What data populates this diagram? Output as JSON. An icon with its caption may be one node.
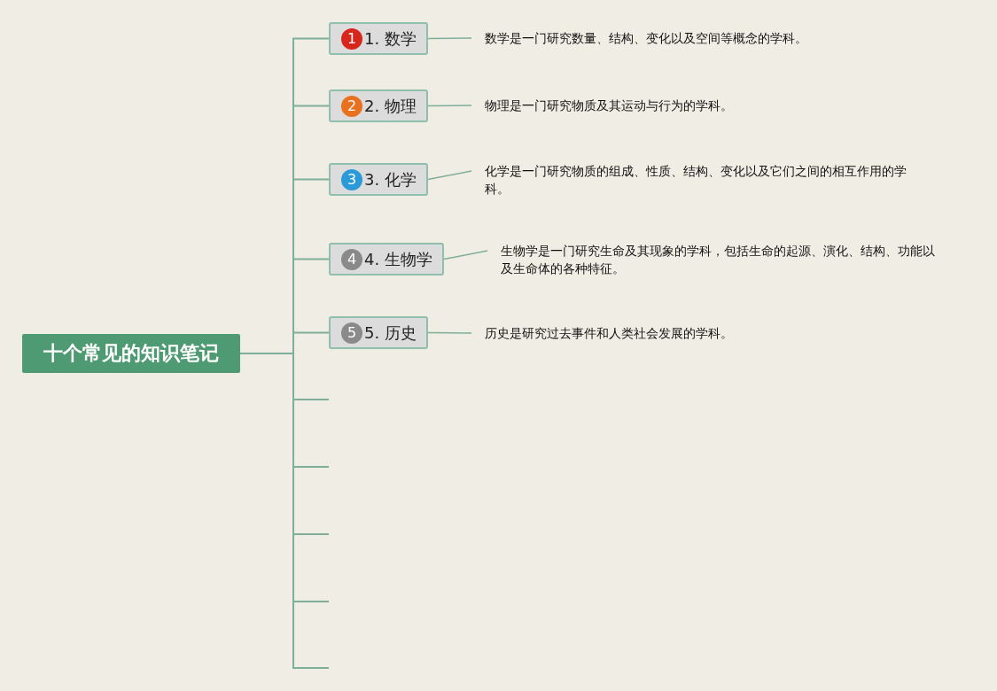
{
  "diagram": {
    "nodes": [
      {
        "text": [
          "十个常见的知识笔记"
        ]
      },
      {
        "text": [
          "1",
          "1. 数学"
        ]
      },
      {
        "text": [
          "2",
          "2. 物理"
        ]
      },
      {
        "text": [
          "3",
          "3. 化学"
        ]
      },
      {
        "text": [
          "4",
          "4. 生物学"
        ]
      },
      {
        "text": [
          "5",
          "5. 历史"
        ]
      },
      {
        "text": [
          "数学是一门研究数量、结构、变化以及空间等概念的学科。"
        ]
      },
      {
        "text": [
          "物理是一门研究物质及其运动与行为的学科。"
        ]
      },
      {
        "text": [
          "化学是一门研究物质的组成、性质、结构、变化以及它们之间的相互作用的学科。"
        ]
      },
      {
        "text": [
          "生物学是一门研究生命及其现象的学科，包括生命的起源、演化、结构、功能以及生命体的各种特征。"
        ]
      },
      {
        "text": [
          "历史是研究过去事件和人类社会发展的学科。"
        ]
      }
    ],
    "edges": [
      {
        "from": 0,
        "to": 1,
        "arrow": "none"
      },
      {
        "from": 0,
        "to": 2,
        "arrow": "none"
      },
      {
        "from": 0,
        "to": 3,
        "arrow": "none"
      },
      {
        "from": 0,
        "to": 4,
        "arrow": "none"
      },
      {
        "from": 0,
        "to": 5,
        "arrow": "none"
      },
      {
        "from": 0,
        "to": null,
        "arrow": "none"
      },
      {
        "from": 0,
        "to": null,
        "arrow": "none"
      },
      {
        "from": 0,
        "to": null,
        "arrow": "none"
      },
      {
        "from": 0,
        "to": null,
        "arrow": "none"
      },
      {
        "from": 0,
        "to": null,
        "arrow": "none"
      },
      {
        "from": 1,
        "to": 6,
        "arrow": "none"
      },
      {
        "from": 2,
        "to": 7,
        "arrow": "none"
      },
      {
        "from": 3,
        "to": 8,
        "arrow": "none"
      },
      {
        "from": 4,
        "to": 9,
        "arrow": "none"
      },
      {
        "from": 5,
        "to": 10,
        "arrow": "none"
      }
    ]
  }
}
